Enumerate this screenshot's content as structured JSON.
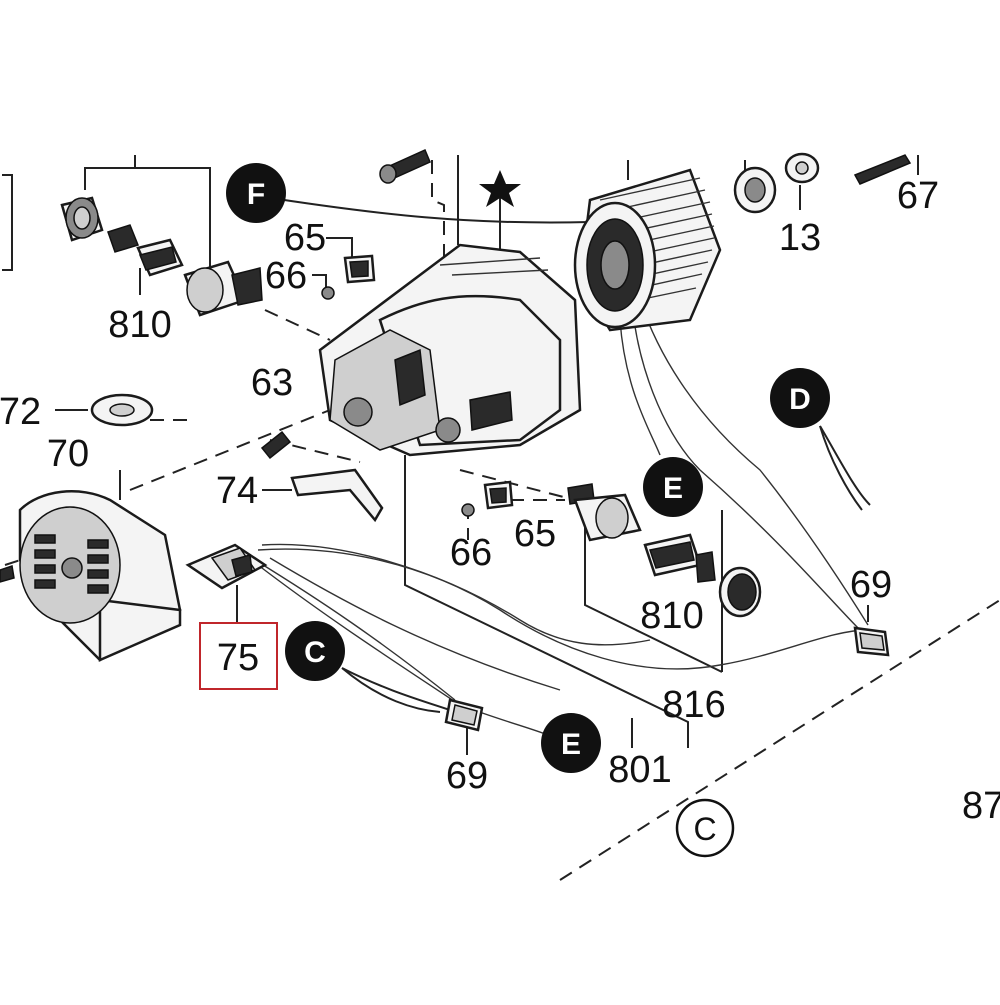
{
  "labels": {
    "p810_top": "810",
    "p65_top": "65",
    "p66_top": "66",
    "p13": "13",
    "p67": "67",
    "p63": "63",
    "p72": "72",
    "p70": "70",
    "p74": "74",
    "p66_bot": "66",
    "p65_bot": "65",
    "p69_right": "69",
    "p810_bot": "810",
    "p75": "75",
    "p816": "816",
    "p69_bot": "69",
    "p801": "801",
    "p87": "87"
  },
  "callouts": {
    "F": "F",
    "D": "D",
    "E_top": "E",
    "C_left": "C",
    "E_bot": "E",
    "C_outline": "C"
  },
  "colors": {
    "highlight": "#c0262b",
    "ink": "#111111"
  }
}
